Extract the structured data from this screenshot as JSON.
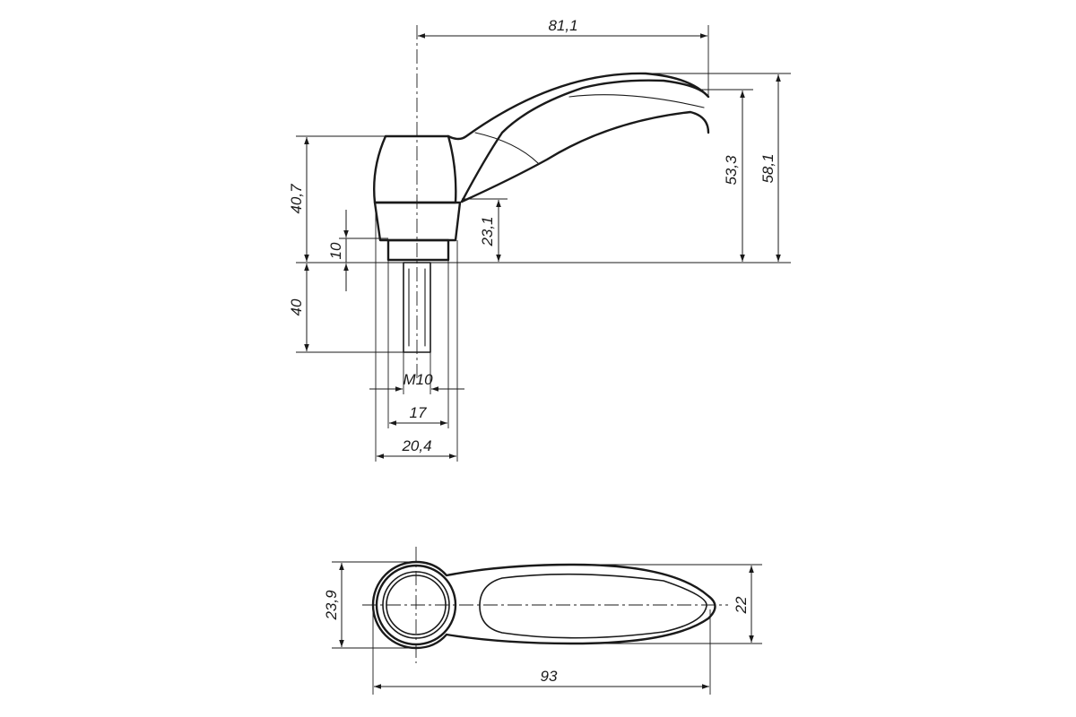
{
  "colors": {
    "line": "#1a1a1a",
    "background": "#ffffff"
  },
  "dimensions": {
    "total_reach": "81,1",
    "total_height": "58,1",
    "lever_height": "53,3",
    "head_height": "40,7",
    "lever_root_height": "23,1",
    "collar_height": "10",
    "thread_length": "40",
    "thread_size": "M10",
    "collar_diameter": "17",
    "head_diameter": "20,4",
    "top_view_head_width": "23,9",
    "top_view_lever_width": "22",
    "overall_length": "93"
  }
}
